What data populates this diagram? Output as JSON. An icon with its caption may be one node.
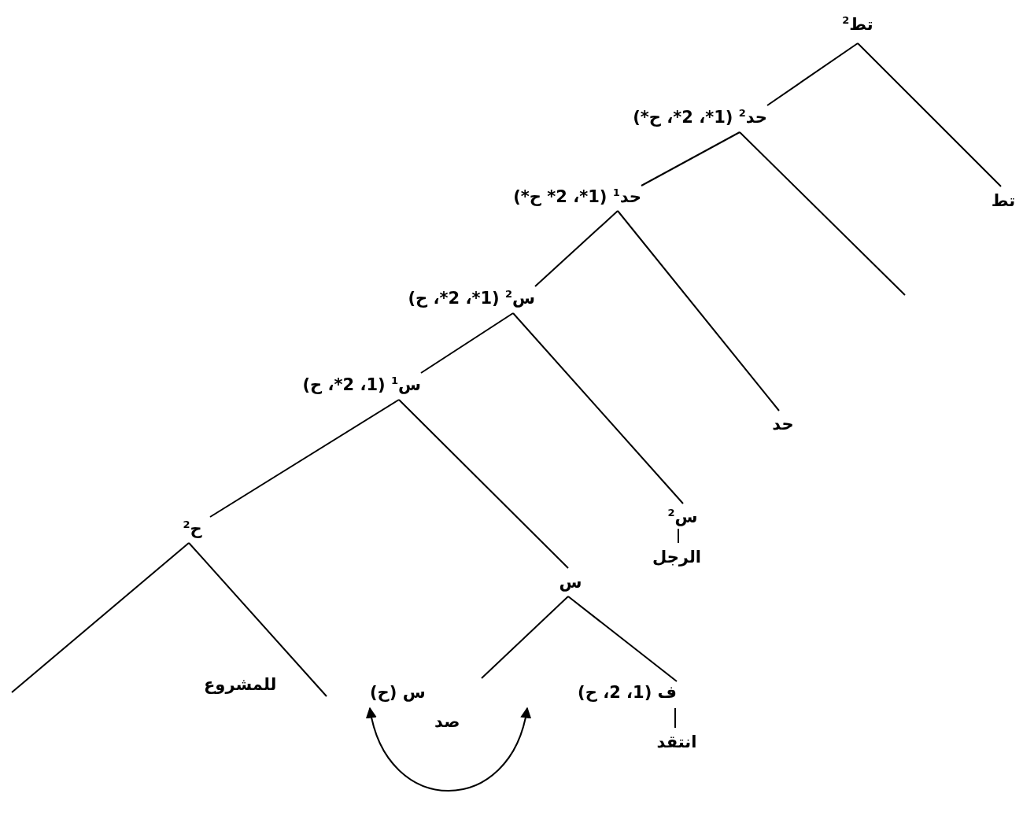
{
  "diagram": {
    "nodes": [
      {
        "text": [
          "تط$^{2}$"
        ]
      },
      {
        "text": [
          "حد$^{2}$ (1*، 2*، ح*)"
        ]
      },
      {
        "text": [
          "تط"
        ]
      },
      {
        "text": [
          "حد$^{1}$ (1*، 2* ح*)"
        ]
      },
      {
        "text": [
          "س$^{2}$ (1*، 2*، ح)"
        ]
      },
      {
        "text": [
          "حد"
        ]
      },
      {
        "text": [
          "س$^{1}$ (1، 2*، ح)"
        ]
      },
      {
        "text": [
          "س$^{2}$"
        ]
      },
      {
        "text": [
          "الرجل"
        ]
      },
      {
        "text": [
          "ح$^{2}$"
        ]
      },
      {
        "text": [
          "س"
        ]
      },
      {
        "text": [
          "س (ح)"
        ]
      },
      {
        "text": [
          "ف (1، 2، ح)"
        ]
      },
      {
        "text": [
          "انتقد"
        ]
      }
    ],
    "edges": [
      {
        "from": 0,
        "to": 1,
        "arrow": "none"
      },
      {
        "from": 0,
        "to": 2,
        "arrow": "none"
      },
      {
        "from": 1,
        "to": 3,
        "arrow": "none"
      },
      {
        "from": 1,
        "to": null,
        "arrow": "none"
      },
      {
        "from": 3,
        "to": 4,
        "arrow": "none"
      },
      {
        "from": 3,
        "to": 5,
        "arrow": "none"
      },
      {
        "from": 4,
        "to": 6,
        "arrow": "none"
      },
      {
        "from": 4,
        "to": 7,
        "arrow": "none"
      },
      {
        "from": 7,
        "to": 8,
        "arrow": "none"
      },
      {
        "from": 6,
        "to": 9,
        "arrow": "none"
      },
      {
        "from": 6,
        "to": 10,
        "arrow": "none"
      },
      {
        "from": 9,
        "to": null,
        "arrow": "none"
      },
      {
        "from": 9,
        "to": null,
        "arrow": "none"
      },
      {
        "from": 10,
        "to": 11,
        "arrow": "none"
      },
      {
        "from": 10,
        "to": 12,
        "arrow": "none"
      },
      {
        "from": 12,
        "to": 13,
        "arrow": "none"
      },
      {
        "from": 11,
        "to": 12,
        "arrow": "both",
        "label": "صد"
      }
    ],
    "labels": [
      "للمشروع"
    ]
  }
}
